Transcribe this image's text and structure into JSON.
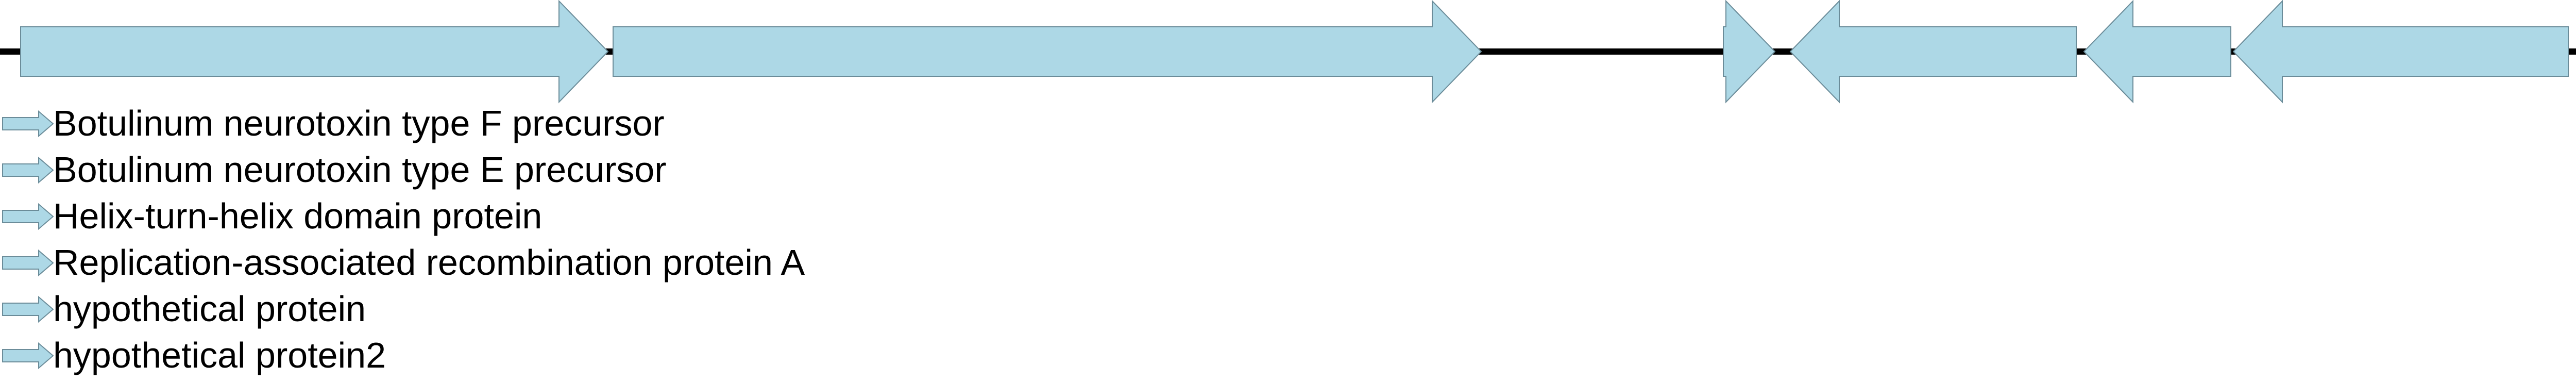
{
  "colors": {
    "gene_fill": "#add8e6",
    "gene_stroke": "#6b8c99",
    "backbone": "#000000"
  },
  "chart_data": {
    "type": "gene-map",
    "genes": [
      {
        "name": "Botulinum neurotoxin type F precursor",
        "start": 40,
        "end": 1180,
        "strand": "+"
      },
      {
        "name": "Botulinum neurotoxin type E precursor",
        "start": 1190,
        "end": 2875,
        "strand": "+"
      },
      {
        "name": "Helix-turn-helix domain protein",
        "start": 3345,
        "end": 3445,
        "strand": "+"
      },
      {
        "name": "Replication-associated recombination protein A",
        "start": 3475,
        "end": 4030,
        "strand": "-"
      },
      {
        "name": "hypothetical protein",
        "start": 4045,
        "end": 4330,
        "strand": "-"
      },
      {
        "name": "hypothetical protein2",
        "start": 4335,
        "end": 4985,
        "strand": "-"
      }
    ]
  },
  "legend": [
    "Botulinum neurotoxin type F precursor",
    "Botulinum neurotoxin type E precursor",
    "Helix-turn-helix domain protein",
    "Replication-associated recombination protein A",
    "hypothetical protein",
    "hypothetical protein2"
  ]
}
